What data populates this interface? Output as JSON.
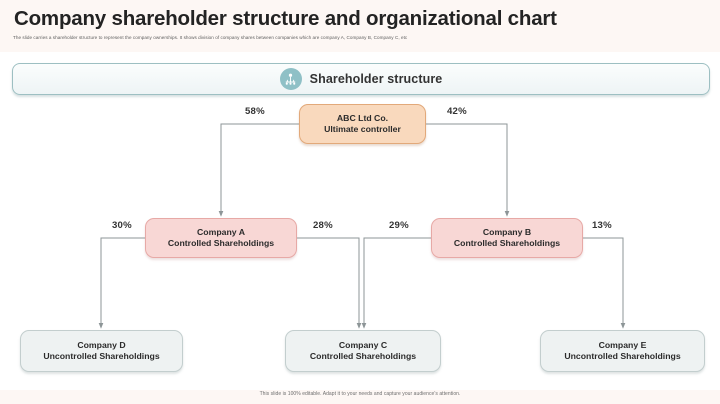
{
  "slide": {
    "title": "Company shareholder structure and organizational chart",
    "subtitle": "The slide carries a shareholder structure to represent the company ownerships. It shows division of company shares between companies which are company A, Company B, Company C, etc",
    "footer": "This slide is 100% editable. Adapt it to your needs and capture your audience's attention."
  },
  "banner": {
    "label": "Shareholder structure",
    "icon": "shareholder-group-icon",
    "icon_color": "#8fc0c6",
    "border_color": "#9dbfc2"
  },
  "chart_data": {
    "type": "diagram",
    "title": "Shareholder structure",
    "nodes": [
      {
        "id": "root",
        "line1": "ABC Ltd Co.",
        "line2": "Ultimate controller",
        "level": 0,
        "fill": "#f9d9bd",
        "border": "#e2a97a"
      },
      {
        "id": "a",
        "line1": "Company A",
        "line2": "Controlled Shareholdings",
        "level": 1,
        "fill": "#f8d7d5",
        "border": "#e7a9a6"
      },
      {
        "id": "b",
        "line1": "Company B",
        "line2": "Controlled Shareholdings",
        "level": 1,
        "fill": "#f8d7d5",
        "border": "#e7a9a6"
      },
      {
        "id": "d",
        "line1": "Company D",
        "line2": "Uncontrolled Shareholdings",
        "level": 2,
        "fill": "#eef2f2",
        "border": "#c3cece"
      },
      {
        "id": "c",
        "line1": "Company C",
        "line2": "Controlled Shareholdings",
        "level": 2,
        "fill": "#eef2f2",
        "border": "#c3cece"
      },
      {
        "id": "e",
        "line1": "Company E",
        "line2": "Uncontrolled Shareholdings",
        "level": 2,
        "fill": "#eef2f2",
        "border": "#c3cece"
      }
    ],
    "edges": [
      {
        "from": "root",
        "to": "a",
        "label": "58%"
      },
      {
        "from": "root",
        "to": "b",
        "label": "42%"
      },
      {
        "from": "a",
        "to": "d",
        "label": "30%"
      },
      {
        "from": "a",
        "to": "c",
        "label": "28%"
      },
      {
        "from": "b",
        "to": "c",
        "label": "29%"
      },
      {
        "from": "b",
        "to": "e",
        "label": "13%"
      }
    ],
    "labels": [
      "58%",
      "42%",
      "30%",
      "28%",
      "29%",
      "13%"
    ]
  }
}
